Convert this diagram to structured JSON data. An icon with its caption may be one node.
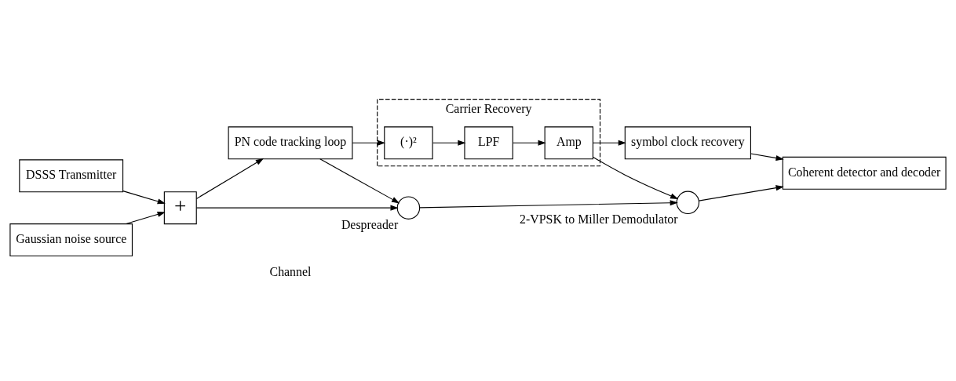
{
  "diagram": {
    "nodes": [
      {
        "text": [
          "DSSS Transmitter"
        ]
      },
      {
        "text": [
          "Gaussian noise source"
        ]
      },
      {
        "text": [
          "+"
        ]
      },
      {
        "text": [
          "Despreader"
        ]
      },
      {
        "text": [
          "2-VPSK to Miller Demodulator"
        ]
      },
      {
        "text": [
          "Coherent detector and decoder"
        ]
      },
      {
        "text": [
          "Carrier Recovery"
        ]
      },
      {
        "text": [
          "PN code tracking loop"
        ]
      },
      {
        "text": [
          "(·)²"
        ],
        "in": 6
      },
      {
        "text": [
          "LPF"
        ],
        "in": 6
      },
      {
        "text": [
          "Amp"
        ],
        "in": 6
      },
      {
        "text": [
          "symbol clock recovery"
        ]
      }
    ],
    "edges": [
      {
        "from": 0,
        "to": 2,
        "arrow": "to"
      },
      {
        "from": 1,
        "to": 2,
        "arrow": "to"
      },
      {
        "from": 2,
        "to": 3,
        "arrow": "to"
      },
      {
        "from": 2,
        "to": 7,
        "arrow": "to"
      },
      {
        "from": 7,
        "to": 3,
        "arrow": "to"
      },
      {
        "from": 3,
        "to": 4,
        "arrow": "to"
      },
      {
        "from": 4,
        "to": 5,
        "arrow": "to"
      },
      {
        "from": 7,
        "to": 8,
        "arrow": "to"
      },
      {
        "from": 8,
        "to": 9,
        "arrow": "to"
      },
      {
        "from": 9,
        "to": 10,
        "arrow": "to"
      },
      {
        "from": 10,
        "to": 4,
        "arrow": "to"
      },
      {
        "from": 10,
        "to": 11,
        "arrow": "to"
      },
      {
        "from": 11,
        "to": 5,
        "arrow": "to"
      }
    ],
    "labels": [
      "Channel"
    ]
  }
}
